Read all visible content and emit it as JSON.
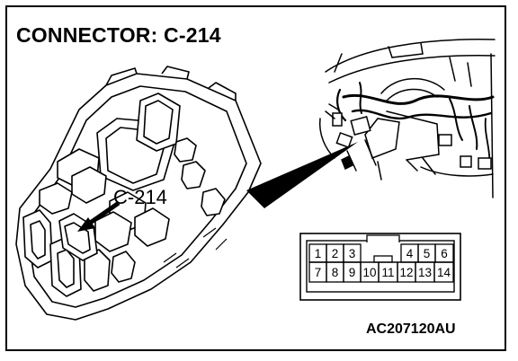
{
  "title": "CONNECTOR: C-214",
  "callout_label": "C-214",
  "figure_code": "AC207120AU",
  "connector": {
    "top_row": [
      "1",
      "2",
      "3",
      "",
      "4",
      "5",
      "6"
    ],
    "bottom_row": [
      "7",
      "8",
      "9",
      "10",
      "11",
      "12",
      "13",
      "14"
    ]
  },
  "colors": {
    "line": "#000000",
    "background": "#ffffff"
  }
}
